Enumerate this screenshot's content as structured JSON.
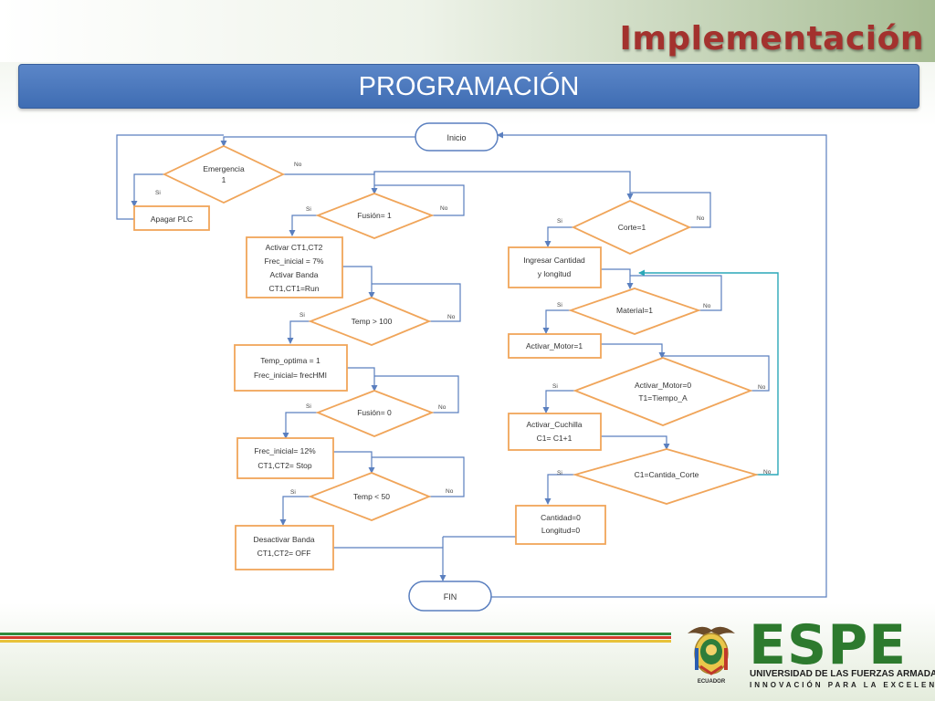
{
  "slide": {
    "title": "Implementación",
    "section": "PROGRAMACIÓN"
  },
  "colors": {
    "title": "#a3322e",
    "section_bar": "#4a76bd",
    "node_stroke": "#f0a55a",
    "connector": "#5a7fbf",
    "loop_connector": "#2aa7b8"
  },
  "flowchart": {
    "start": "Inicio",
    "end": "FIN",
    "emergency": {
      "decision": [
        "Emergencia",
        "1"
      ],
      "yes": "Si",
      "no": "No",
      "action": "Apagar PLC"
    },
    "fusion_branch": {
      "d1": "Fusión= 1",
      "d1_yes": "Si",
      "d1_no": "No",
      "p1": [
        "Activar CT1,CT2",
        "Frec_inicial = 7%",
        "Activar Banda",
        "CT1,CT1=Run"
      ],
      "d2": "Temp > 100",
      "d2_yes": "Si",
      "d2_no": "No",
      "p2": [
        "Temp_optima = 1",
        "Frec_inicial= frecHMI"
      ],
      "d3": "Fusión= 0",
      "d3_yes": "Si",
      "d3_no": "No",
      "p3": [
        "Frec_inicial= 12%",
        "CT1,CT2= Stop"
      ],
      "d4": "Temp < 50",
      "d4_yes": "Si",
      "d4_no": "No",
      "p4": [
        "Desactivar Banda",
        "CT1,CT2= OFF"
      ]
    },
    "cut_branch": {
      "d1": "Corte=1",
      "d1_yes": "Si",
      "d1_no": "No",
      "p1": [
        "Ingresar Cantidad",
        "y longitud"
      ],
      "d2": "Material=1",
      "d2_yes": "Si",
      "d2_no": "No",
      "p2": [
        "Activar_Motor=1"
      ],
      "d3": [
        "Activar_Motor=0",
        "T1=Tiempo_A"
      ],
      "d3_yes": "Si",
      "d3_no": "No",
      "p3": [
        "Activar_Cuchilla",
        "C1= C1+1"
      ],
      "d4": "C1=Cantida_Corte",
      "d4_yes": "Si",
      "d4_no": "No",
      "p4": [
        "Cantidad=0",
        "Longitud=0"
      ]
    }
  },
  "logo": {
    "wordmark": "ESPE",
    "line1": "UNIVERSIDAD DE LAS FUERZAS ARMADAS",
    "line2": "INNOVACIÓN PARA LA EXCELENCIA",
    "seal_caption": "ECUADOR"
  }
}
